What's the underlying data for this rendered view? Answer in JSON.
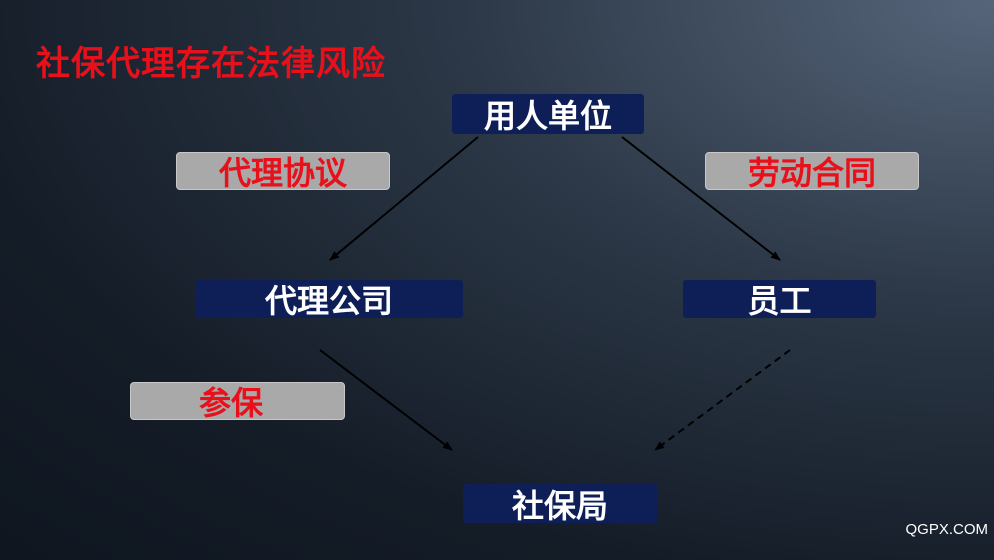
{
  "title": "社保代理存在法律风险",
  "nodes": {
    "employer": "用人单位",
    "agency": "代理公司",
    "employee": "员工",
    "social_security_bureau": "社保局"
  },
  "relations": {
    "agency_agreement": "代理协议",
    "labor_contract": "劳动合同",
    "insurance_enrollment": "参保"
  },
  "watermark": "QGPX.COM",
  "colors": {
    "title_red": "#e8101a",
    "node_navy": "#0e1f57",
    "label_gray": "#a9a9a9"
  }
}
